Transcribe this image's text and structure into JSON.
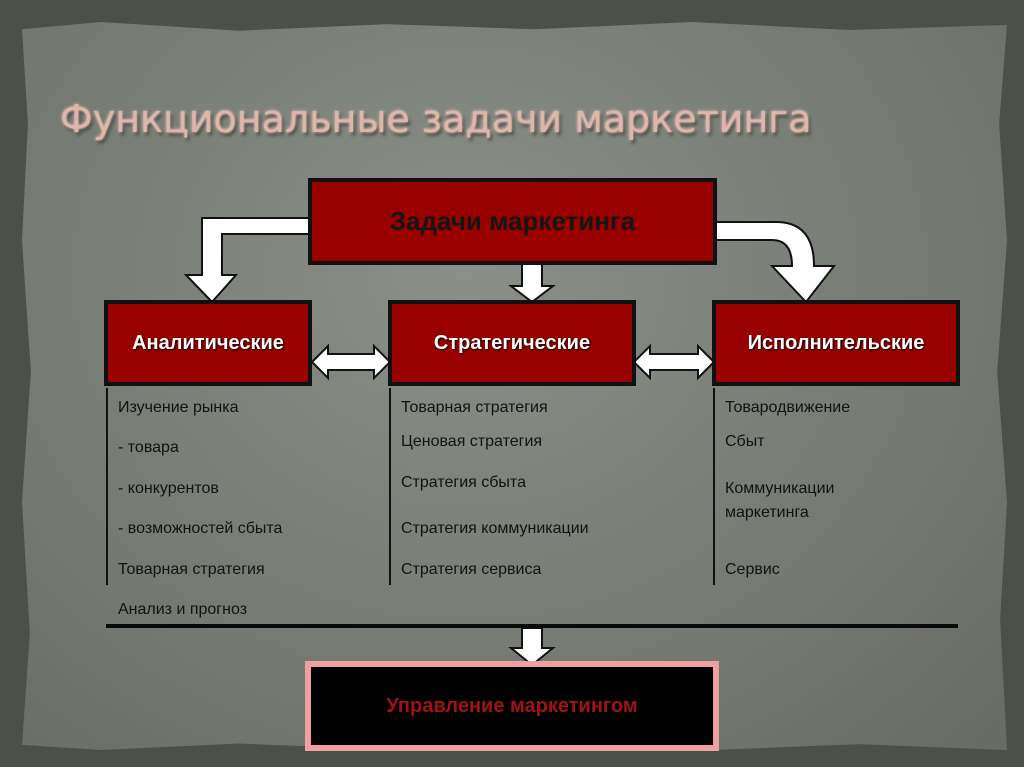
{
  "title": "Функциональные задачи маркетинга",
  "top_box": "Задачи маркетинга",
  "categories": [
    {
      "label": "Аналитические",
      "items": [
        "Изучение рынка",
        "- товара",
        "- конкурентов",
        "- возможностей сбыта",
        "Товарная стратегия",
        "Анализ и прогноз"
      ]
    },
    {
      "label": "Стратегические",
      "items": [
        "Товарная стратегия",
        "Ценовая стратегия",
        "Стратегия сбыта",
        "Стратегия коммуникации",
        "Стратегия сервиса"
      ]
    },
    {
      "label": "Исполнительские",
      "items": [
        "Товародвижение",
        "Сбыт",
        "Коммуникации маркетинга",
        "Сервис"
      ]
    }
  ],
  "bottom_box": "Управление маркетингом",
  "colors": {
    "box_fill": "#990000",
    "title_text": "#dfb6aa",
    "bottom_border": "#f0a0a0",
    "bottom_text": "#a11313"
  }
}
